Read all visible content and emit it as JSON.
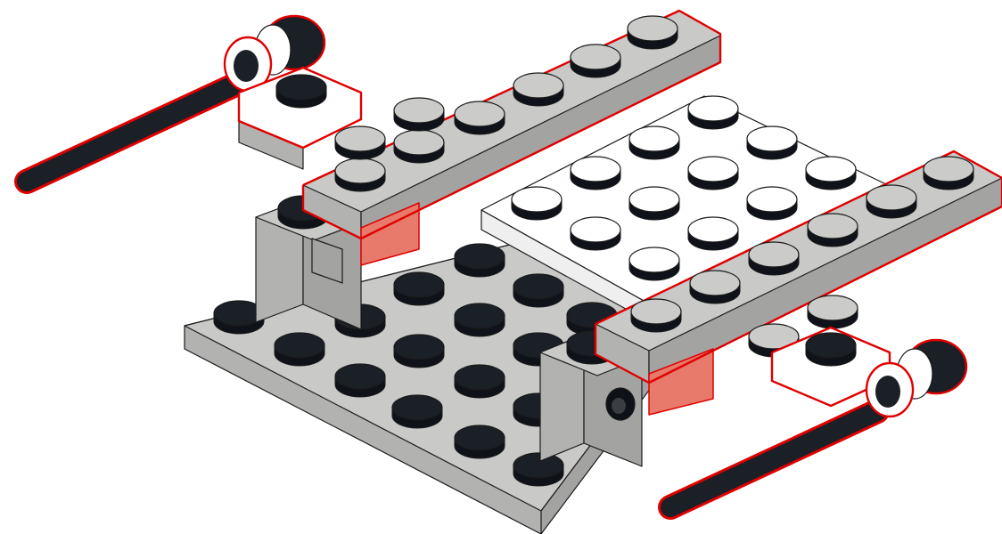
{
  "diagram": {
    "kind": "LEGO building instruction step (isometric, new parts outlined in red)",
    "colors": {
      "background": "#ffffff",
      "plate_gray": "#c9cac8",
      "gray_top": "#c9cac8",
      "gray_left": "#b2b3b1",
      "gray_right": "#a3a4a2",
      "white_top": "#ffffff",
      "white_side": "#efefef",
      "stud_gray": "#cbccca",
      "stud_dark": "#1b1f26",
      "stud_side": "#0f1218",
      "outline": "#1a1a1a",
      "highlight": "#e00000",
      "red_tint": "#e87a6b"
    },
    "parts": [
      {
        "name": "base-plate-gray",
        "color": "gray"
      },
      {
        "name": "white-plate-4x4",
        "color": "white"
      },
      {
        "name": "gray-plate-1x8-back",
        "color": "gray",
        "new": true
      },
      {
        "name": "gray-plate-1x8-front",
        "color": "gray",
        "new": true
      },
      {
        "name": "gray-brick-1x1-hole",
        "color": "gray"
      },
      {
        "name": "white-plate-1x1-left",
        "color": "white",
        "new": true
      },
      {
        "name": "white-plate-1x1-right",
        "color": "white",
        "new": true
      },
      {
        "name": "black-antenna-left",
        "color": "black",
        "new": true
      },
      {
        "name": "black-antenna-right",
        "color": "black",
        "new": true
      }
    ]
  }
}
